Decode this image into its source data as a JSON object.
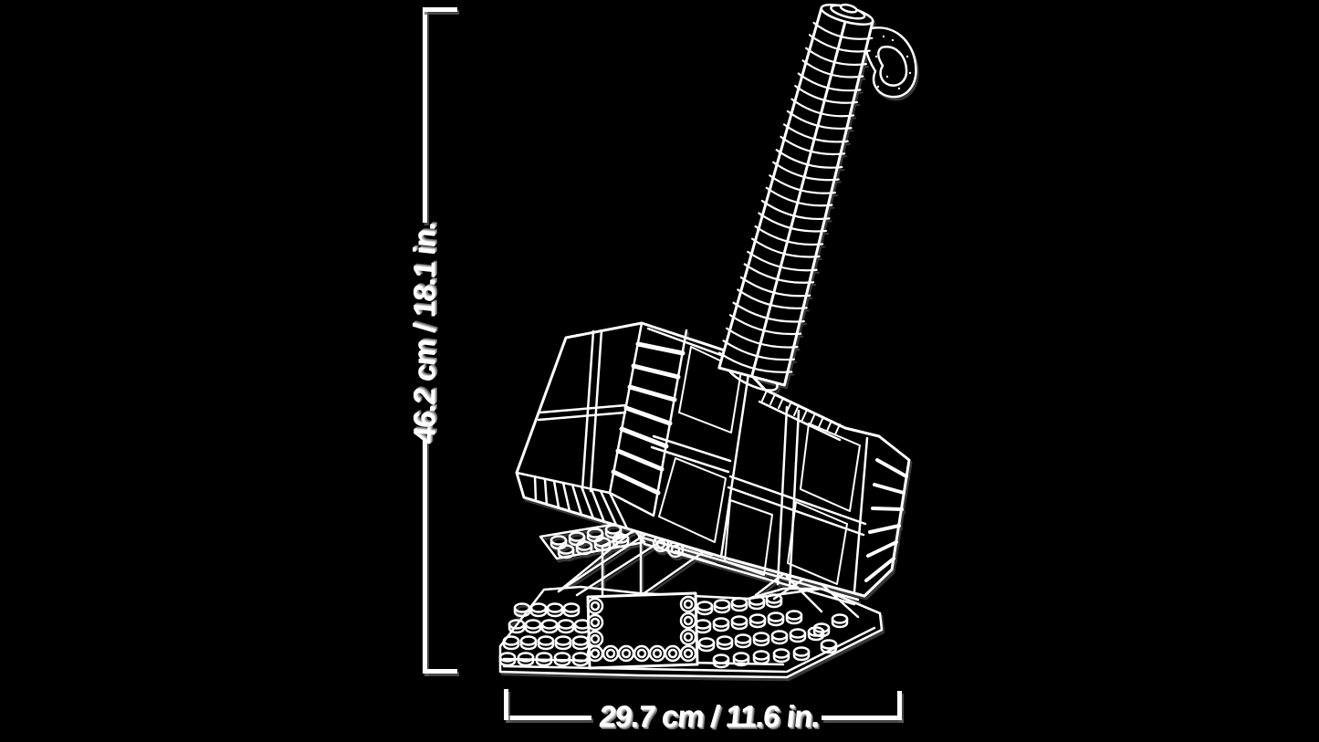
{
  "scene": {
    "background_color": "#000000",
    "line_color": "#ffffff",
    "shadow_color": "#555555",
    "illustration": "Wireframe line drawing of LEGO Thor's hammer Mjolnir, tilted on a studded display base with name plaque",
    "dimensions": {
      "height_label": "46.2 cm / 18.1 in.",
      "width_label": "29.7 cm / 11.6 in."
    }
  }
}
